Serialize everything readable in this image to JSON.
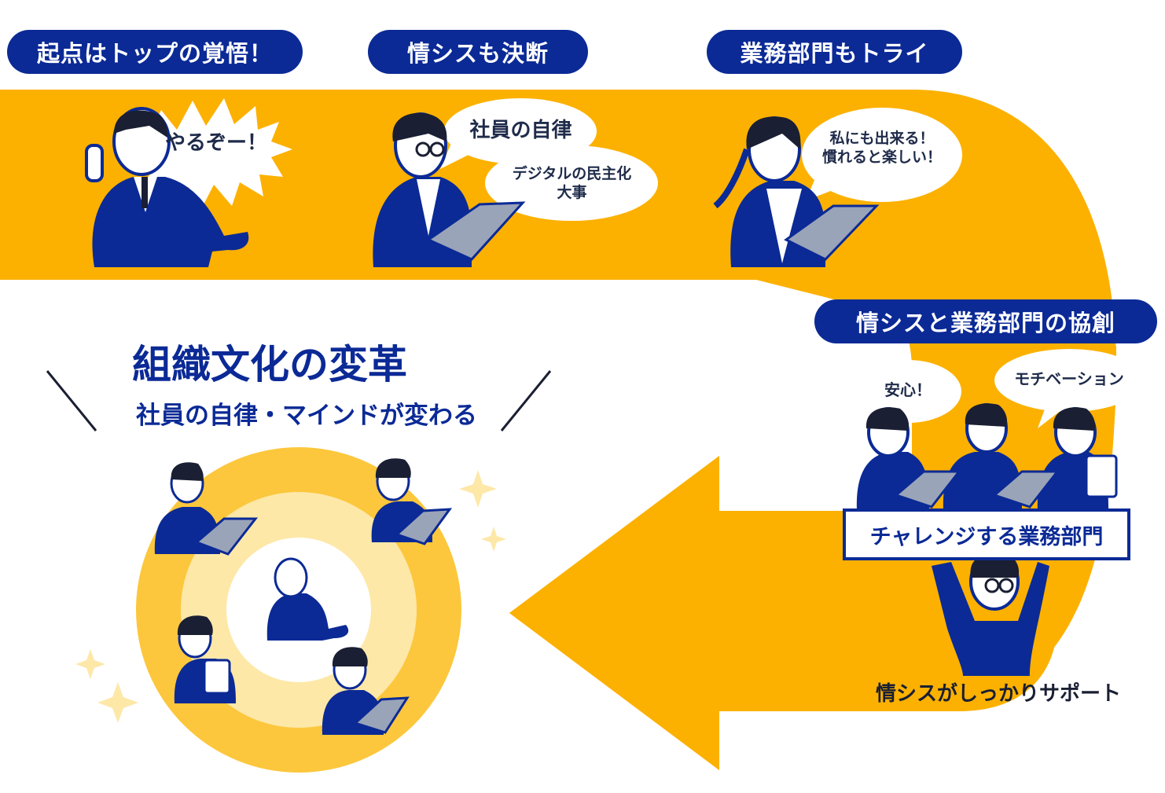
{
  "steps": {
    "step1": "起点はトップの覚悟！",
    "step2": "情シスも決断",
    "step3": "業務部門もトライ",
    "step4": "情シスと業務部門の協創"
  },
  "bubbles": {
    "top_exec": "やるぞー！",
    "it_staff_1": "社員の自律",
    "it_staff_2": "デジタルの民主化\n大事",
    "business_staff": "私にも出来る！\n慣れると楽しい！",
    "team_left": "安心！",
    "team_right": "モチベーション"
  },
  "labels": {
    "challenge_box": "チャレンジする業務部門",
    "it_support": "情シスがしっかりサポート"
  },
  "result": {
    "title": "組織文化の変革",
    "subtitle": "社員の自律・マインドが変わる"
  },
  "colors": {
    "navy": "#0b2a96",
    "orange": "#fcb100",
    "ring_outer": "#fcc73c",
    "ring_mid": "#fde8a8"
  }
}
